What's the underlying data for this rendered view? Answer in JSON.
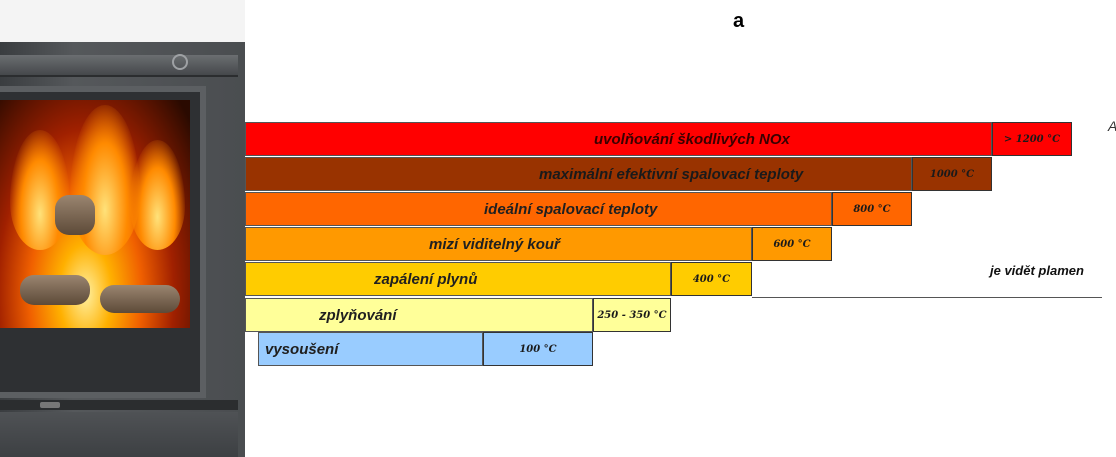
{
  "header_marker": "a",
  "edge_mark": "A",
  "stages": [
    {
      "label": "vysoušení",
      "temp": "100 °C",
      "color": "#99ccff",
      "temp_color": "#99ccff"
    },
    {
      "label": "zplyňování",
      "temp": "250 - 350 °C",
      "color": "#ffff99",
      "temp_color": "#ffff99"
    },
    {
      "label": "zapálení plynů",
      "temp": "400 °C",
      "color": "#ffcc00",
      "temp_color": "#ffcc00"
    },
    {
      "label": "mizí viditelný kouř",
      "temp": "600 °C",
      "color": "#ff9900",
      "temp_color": "#ff9900"
    },
    {
      "label": "ideální spalovací teploty",
      "temp": "800 °C",
      "color": "#ff6600",
      "temp_color": "#ff6600"
    },
    {
      "label": "maximální efektivní spalovací teploty",
      "temp": "1000 °C",
      "color": "#993300",
      "temp_color": "#993300"
    },
    {
      "label": "uvolňování škodlivých NOx",
      "temp": "> 1200 °C",
      "color": "#ff0000",
      "temp_color": "#ff0000"
    }
  ],
  "note": "je vidět plamen"
}
